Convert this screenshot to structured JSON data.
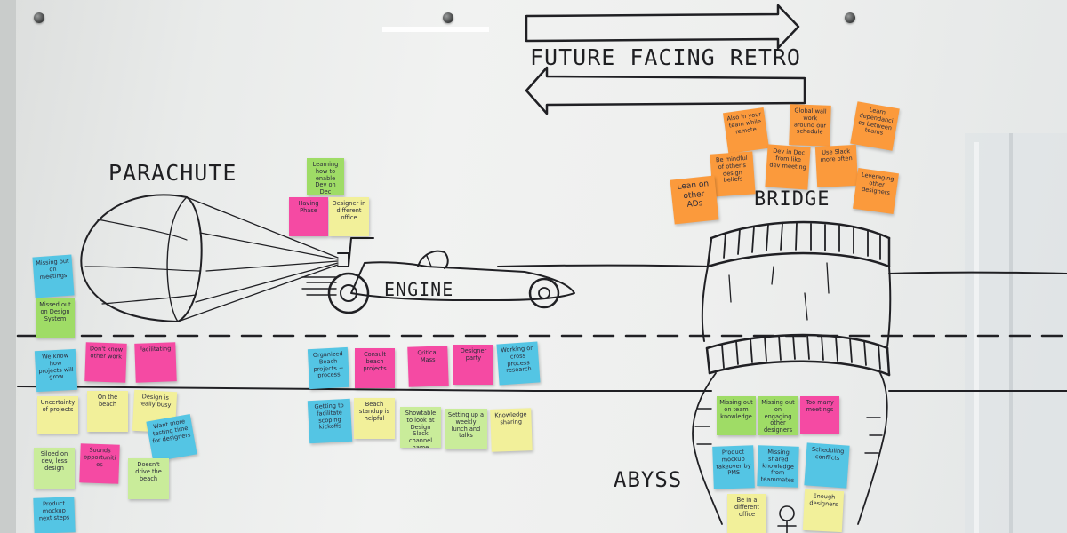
{
  "labels": {
    "title": "FUTURE FACING RETRO",
    "parachute": "PARACHUTE",
    "engine": "ENGINE",
    "bridge": "BRIDGE",
    "abyss": "ABYSS"
  },
  "colors": {
    "orange": "#fb9a3c",
    "pink": "#f54aa3",
    "green": "#9fdc66",
    "blue": "#54c5e4",
    "yellow": "#f2f09a",
    "light_green": "#c9ec9a"
  },
  "notes": {
    "bridge": [
      "Also in your team while remote",
      "Global wall work around our schedule",
      "Learn dependancies between teams",
      "Be mindful of other's design beliefs",
      "Dev in Dec from like dev meeting",
      "Use Slack more often",
      "Lean on other ADs",
      "Leveraging other designers"
    ],
    "engine": [
      "Learning how to enable Dev on Dec process",
      "Having Phase",
      "Designer in different office",
      "Organized Beach projects + process",
      "Consult beach projects",
      "Critical Mass",
      "Designer party",
      "Working on cross process research",
      "Getting to facilitate scoping kickoffs",
      "Beach standup is helpful",
      "Showtable to look at Design Slack channel name",
      "Setting up a weekly lunch and talks",
      "Knowledge sharing"
    ],
    "parachute": [
      "Missing out on meetings",
      "Missed out on Design System",
      "We know how projects will grow",
      "Don't know other work",
      "Facilitating",
      "Uncertainty of projects",
      "On the beach",
      "Design is really busy",
      "Want more testing time for designers",
      "Siloed on dev, less design",
      "Sounds opportunities",
      "Doesn't drive the beach",
      "Product mockup next steps"
    ],
    "abyss": [
      "Missing out on team knowledge",
      "Missing out on engaging other designers",
      "Too many meetings",
      "Product mockup takeover by PMS",
      "Missing shared knowledge from teammates",
      "Scheduling conflicts",
      "Be in a different office",
      "Enough designers"
    ]
  }
}
